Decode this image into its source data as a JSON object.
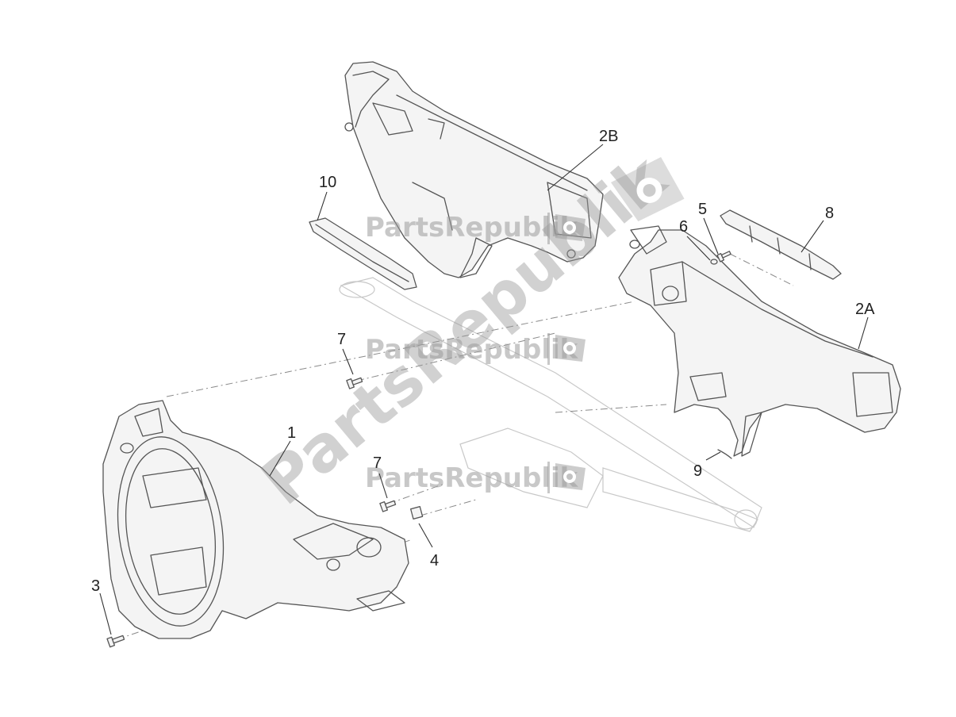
{
  "watermark": {
    "brand": "PartsRepublik"
  },
  "callouts": [
    {
      "id": "1",
      "label": "1"
    },
    {
      "id": "2A",
      "label": "2A"
    },
    {
      "id": "2B",
      "label": "2B"
    },
    {
      "id": "3",
      "label": "3"
    },
    {
      "id": "4",
      "label": "4"
    },
    {
      "id": "5",
      "label": "5"
    },
    {
      "id": "6",
      "label": "6"
    },
    {
      "id": "7a",
      "label": "7"
    },
    {
      "id": "7b",
      "label": "7"
    },
    {
      "id": "8",
      "label": "8"
    },
    {
      "id": "9",
      "label": "9"
    },
    {
      "id": "10",
      "label": "10"
    }
  ],
  "colors": {
    "line": "#555555",
    "watermark": "#9a9a9a",
    "background": "#ffffff"
  }
}
